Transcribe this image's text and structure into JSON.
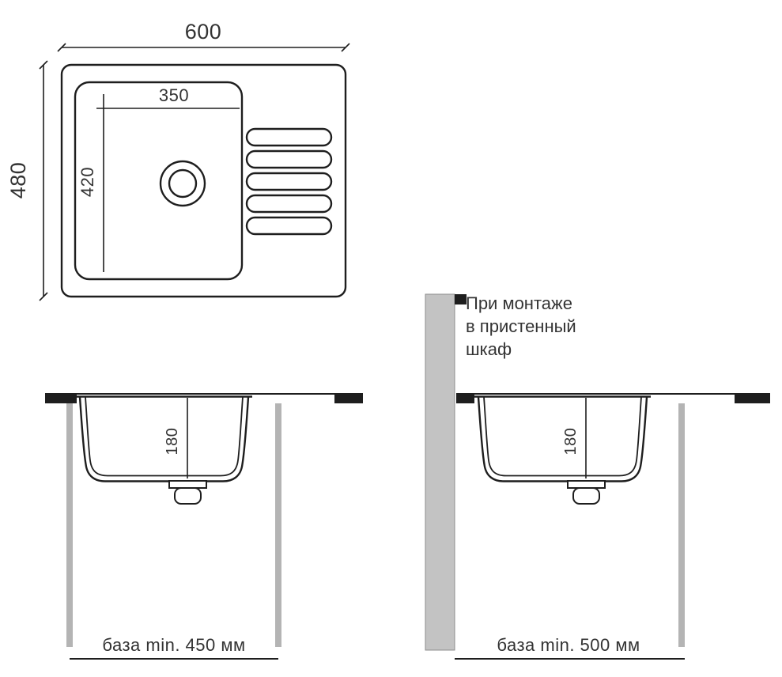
{
  "colors": {
    "line": "#1e1e1e",
    "text": "#333333",
    "leg_gray": "#b4b4b4",
    "panel_gray": "#c3c3c3"
  },
  "top_view": {
    "overall_width": "600",
    "overall_depth": "480",
    "bowl_width": "350",
    "bowl_length": "420"
  },
  "front_view": {
    "bowl_depth": "180",
    "base_caption": "база min. 450 мм"
  },
  "wall_mount_view": {
    "bowl_depth": "180",
    "base_caption": "база min. 500 мм",
    "note_lines": [
      "При монтаже",
      "в пристенный",
      "шкаф"
    ]
  }
}
